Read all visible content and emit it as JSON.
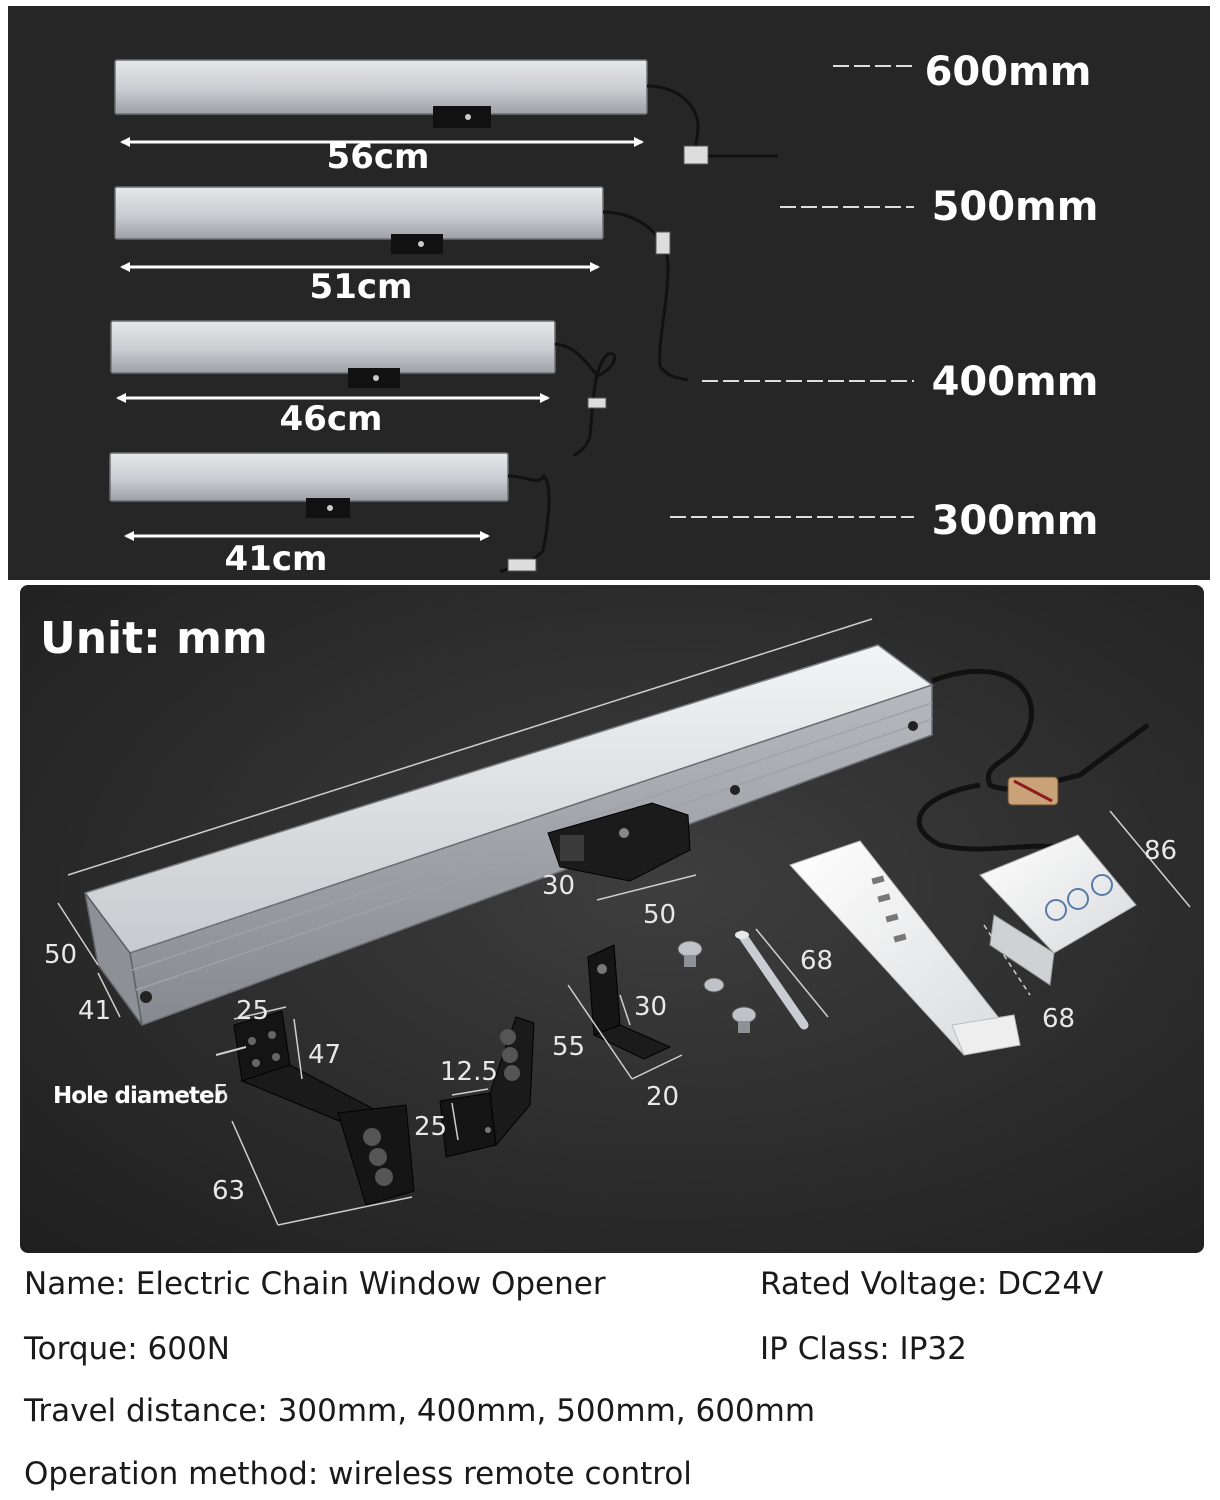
{
  "lengths": [
    {
      "cm": "56cm",
      "mm": "600mm"
    },
    {
      "cm": "51cm",
      "mm": "500mm"
    },
    {
      "cm": "46cm",
      "mm": "400mm"
    },
    {
      "cm": "41cm",
      "mm": "300mm"
    }
  ],
  "diagram": {
    "unit_label": "Unit: mm",
    "hole_label": "Hole diameter",
    "dims": {
      "body_height": "50",
      "body_depth": "41",
      "mount_depth": "30",
      "mount_width": "50",
      "bracket_a_width": "25",
      "bracket_a_height": "47",
      "hole_diameter": "5",
      "bracket_a_length": "63",
      "bracket_b_top": "12.5",
      "bracket_b_side": "25",
      "bracket_c_height": "55",
      "bracket_c_inner": "30",
      "bracket_c_width": "20",
      "pin_length": "68",
      "switch_height": "86",
      "switch_width": "68"
    }
  },
  "specs": {
    "name": "Name: Electric Chain Window Opener",
    "voltage": "Rated Voltage: DC24V",
    "torque": "Torque: 600N",
    "ip_class": "IP Class: IP32",
    "travel": "Travel distance: 300mm, 400mm, 500mm, 600mm",
    "operation": "Operation method: wireless remote control"
  }
}
